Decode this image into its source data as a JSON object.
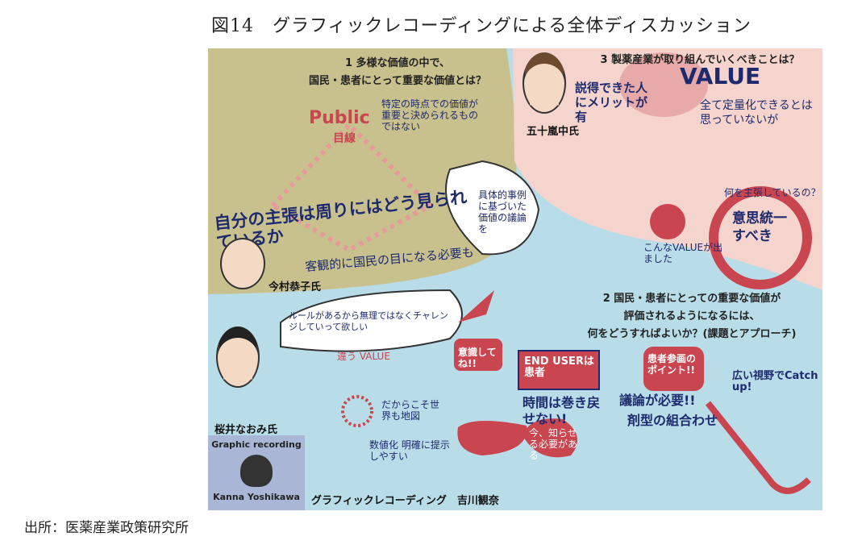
{
  "title": "図14　グラフィックレコーディングによる全体ディスカッション",
  "source": "出所：医薬産業政策研究所",
  "colors": {
    "olive": "#c8c18e",
    "pink": "#f4d4cc",
    "blue": "#b8dde8",
    "heart": "#c9454f",
    "ink": "#1e2a6e"
  },
  "questions": {
    "q1": [
      "1 多様な価値の中で、",
      "国民・患者にとって重要な価値とは？"
    ],
    "q2": [
      "2 国民・患者にとっての重要な価値が",
      "評価されるようになるには、",
      "何をどうすればよいか？(課題とアプローチ)"
    ],
    "q3": "3 製薬産業が取り組んでいくべきことは？"
  },
  "speakers": {
    "imamura": "今村恭子氏",
    "igarashi": "五十嵐中氏",
    "sakurai": "桜井なおみ氏"
  },
  "credit": {
    "badge_top": "Graphic recording",
    "badge_bottom": "Kanna Yoshikawa",
    "caption": "グラフィックレコーディング　吉川観奈"
  },
  "notes": {
    "public": "Public",
    "me": "目線",
    "main": "自分の主張は周りにはどう見られているか",
    "objective": "客観的に国民の目になる必要も",
    "point": "特定の時点での価値が重要と決められるものではない",
    "value": "VALUE",
    "persuade": "説得できた人にメリットが有",
    "quant": "全て定量化できるとは思っていないが",
    "intent": "意思統一すべき",
    "what": "何を主張しているの？",
    "came": "こんなVALUEが出ました",
    "concrete": "具体的事例に基づいた価値の議論を",
    "rule": "ルールがあるから無理ではなくチャレンジしていって欲しい",
    "ishiki": "意識してね!!",
    "enduser": "END USERは患者",
    "time": "時間は巻き戻せない!",
    "now": "今、知らせる必要がある",
    "patient": "患者参画のポイント!!",
    "wide": "広い視野でCatch up!",
    "discuss": "議論が必要!!",
    "combo": "剤型の組合わせ",
    "map": "だからこそ世界も地図",
    "number": "数値化 明確に提示しやすい",
    "kachi": "違う VALUE"
  }
}
